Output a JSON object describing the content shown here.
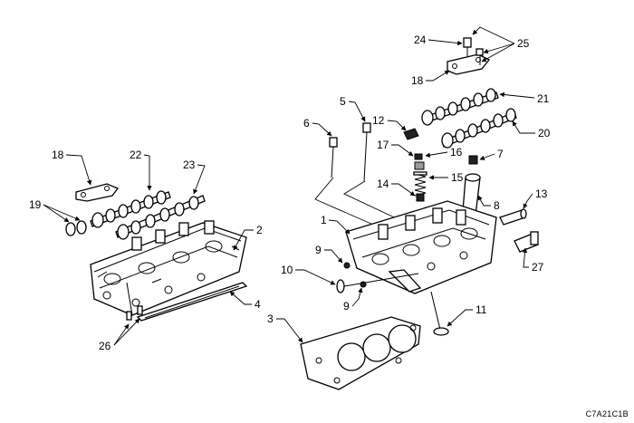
{
  "callouts": {
    "c1": "1",
    "c2": "2",
    "c3": "3",
    "c4": "4",
    "c5": "5",
    "c6": "6",
    "c7": "7",
    "c8": "8",
    "c9a": "9",
    "c9b": "9",
    "c10": "10",
    "c11": "11",
    "c12": "12",
    "c13": "13",
    "c14": "14",
    "c15": "15",
    "c16": "16",
    "c17": "17",
    "c18a": "18",
    "c18b": "18",
    "c19": "19",
    "c20": "20",
    "c21": "21",
    "c22": "22",
    "c23": "23",
    "c24": "24",
    "c25": "25",
    "c26": "26",
    "c27": "27"
  },
  "figure_code": "C7A21C1B"
}
